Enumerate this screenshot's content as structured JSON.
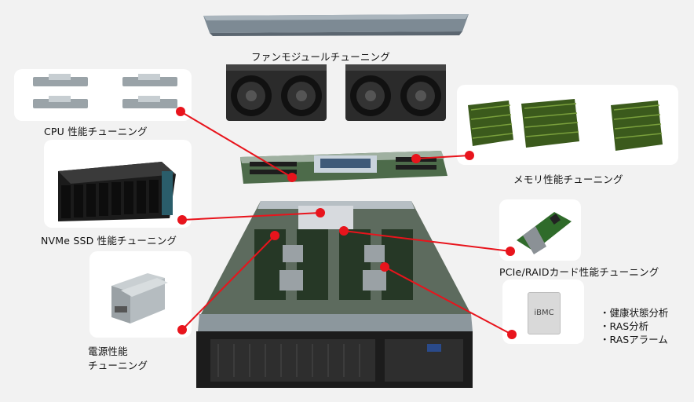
{
  "labels": {
    "fan": "ファンモジュールチューニング",
    "cpu": "CPU 性能チューニング",
    "memory": "メモリ性能チューニング",
    "nvme": "NVMe SSD 性能チューニング",
    "pcie": "PCIe/RAIDカード性能チューニング",
    "power_line1": "電源性能",
    "power_line2": "チューニング",
    "ibmc_chip": "iBMC"
  },
  "ibmc_features": [
    "健康状態分析",
    "RAS分析",
    "RASアラーム"
  ],
  "colors": {
    "connector": "#e8141c",
    "card": "#ffffff",
    "background": "#f2f2f2"
  }
}
